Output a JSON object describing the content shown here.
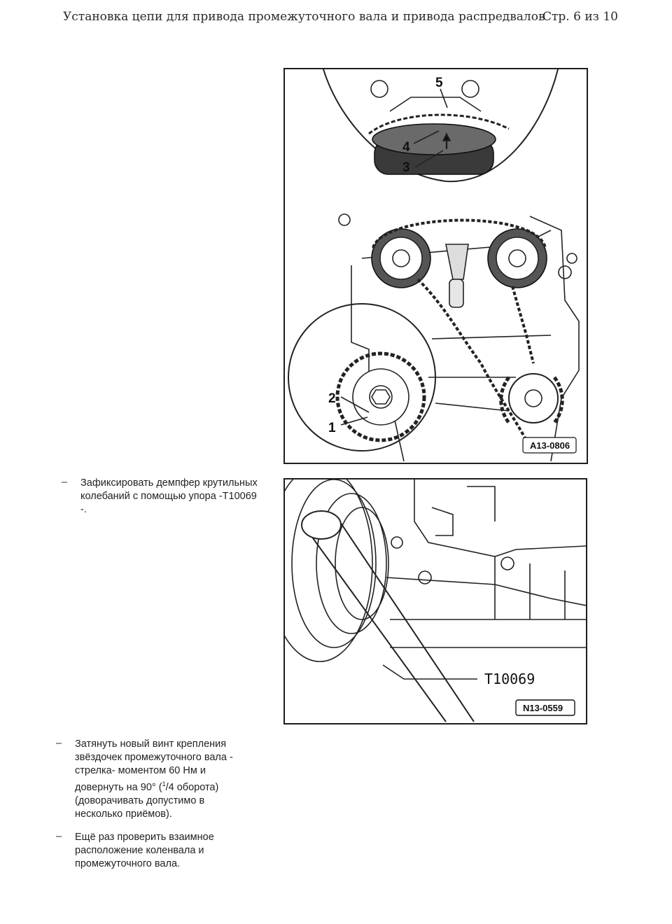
{
  "header": {
    "title": "Установка цепи для привода промежуточного вала и привода распредвалов",
    "page": "Стр. 6 из 10"
  },
  "figure1": {
    "code": "A13-0806",
    "callouts": [
      "1",
      "2",
      "3",
      "4",
      "5"
    ]
  },
  "figure2": {
    "code": "N13-0559",
    "tool_label": "T10069"
  },
  "steps": [
    {
      "bullet": "–",
      "lines": [
        "Зафиксировать демпфер крутильных",
        "колебаний с помощью упора -T10069",
        "-."
      ]
    },
    {
      "bullet": "–",
      "lines": [
        "Затянуть новый винт крепления",
        "звёздочек промежуточного вала -",
        "стрелка- моментом 60 Нм и",
        "довернуть на 90° (",
        "1",
        "/4 оборота)",
        "(доворачивать допустимо в",
        "несколько приёмов)."
      ]
    },
    {
      "bullet": "–",
      "lines": [
        "Ещё раз проверить взаимное",
        "расположение коленвала и",
        "промежуточного вала."
      ]
    }
  ]
}
